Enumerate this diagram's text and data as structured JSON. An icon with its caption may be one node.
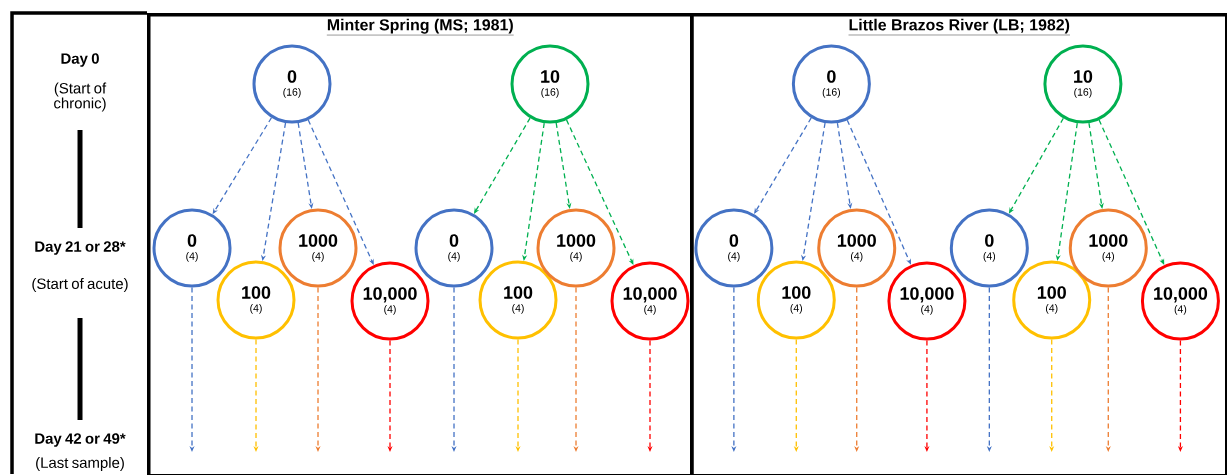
{
  "diagram": {
    "nodes": [
      {
        "text": [
          "Minter Spring (MS; 1981)"
        ]
      },
      {
        "text": [
          "0",
          "(16)"
        ],
        "in": 0
      },
      {
        "text": [
          "10",
          "(16)"
        ],
        "in": 0
      },
      {
        "text": [
          "0",
          "(4)"
        ],
        "in": 0
      },
      {
        "text": [
          "100",
          "(4)"
        ],
        "in": 0
      },
      {
        "text": [
          "1000",
          "(4)"
        ],
        "in": 0
      },
      {
        "text": [
          "10,000",
          "(4)"
        ],
        "in": 0
      },
      {
        "text": [
          "0",
          "(4)"
        ],
        "in": 0
      },
      {
        "text": [
          "100",
          "(4)"
        ],
        "in": 0
      },
      {
        "text": [
          "1000",
          "(4)"
        ],
        "in": 0
      },
      {
        "text": [
          "10,000",
          "(4)"
        ],
        "in": 0
      },
      {
        "text": [
          "Little Brazos River (LB;  1982)"
        ]
      },
      {
        "text": [
          "0",
          "(16)"
        ],
        "in": 11
      },
      {
        "text": [
          "10",
          "(16)"
        ],
        "in": 11
      },
      {
        "text": [
          "0",
          "(4)"
        ],
        "in": 11
      },
      {
        "text": [
          "100",
          "(4)"
        ],
        "in": 11
      },
      {
        "text": [
          "1000",
          "(4)"
        ],
        "in": 11
      },
      {
        "text": [
          "10,000",
          "(4)"
        ],
        "in": 11
      },
      {
        "text": [
          "0",
          "(4)"
        ],
        "in": 11
      },
      {
        "text": [
          "100",
          "(4)"
        ],
        "in": 11
      },
      {
        "text": [
          "1000",
          "(4)"
        ],
        "in": 11
      },
      {
        "text": [
          "10,000",
          "(4)"
        ],
        "in": 11
      }
    ],
    "edges": [
      {
        "from": 1,
        "to": 3,
        "arrow": "to",
        "style": "dashed",
        "color": "#4472c4"
      },
      {
        "from": 1,
        "to": 4,
        "arrow": "to",
        "style": "dashed",
        "color": "#4472c4"
      },
      {
        "from": 1,
        "to": 5,
        "arrow": "to",
        "style": "dashed",
        "color": "#4472c4"
      },
      {
        "from": 1,
        "to": 6,
        "arrow": "to",
        "style": "dashed",
        "color": "#4472c4"
      },
      {
        "from": 2,
        "to": 7,
        "arrow": "to",
        "style": "dashed",
        "color": "#00b050"
      },
      {
        "from": 2,
        "to": 8,
        "arrow": "to",
        "style": "dashed",
        "color": "#00b050"
      },
      {
        "from": 2,
        "to": 9,
        "arrow": "to",
        "style": "dashed",
        "color": "#00b050"
      },
      {
        "from": 2,
        "to": 10,
        "arrow": "to",
        "style": "dashed",
        "color": "#00b050"
      },
      {
        "from": 3,
        "to": null,
        "arrow": "to",
        "style": "dashed",
        "color": "#4472c4"
      },
      {
        "from": 4,
        "to": null,
        "arrow": "to",
        "style": "dashed",
        "color": "#ffc000"
      },
      {
        "from": 5,
        "to": null,
        "arrow": "to",
        "style": "dashed",
        "color": "#ed7d31"
      },
      {
        "from": 6,
        "to": null,
        "arrow": "to",
        "style": "dashed",
        "color": "#ff0000"
      },
      {
        "from": 7,
        "to": null,
        "arrow": "to",
        "style": "dashed",
        "color": "#4472c4"
      },
      {
        "from": 8,
        "to": null,
        "arrow": "to",
        "style": "dashed",
        "color": "#ffc000"
      },
      {
        "from": 9,
        "to": null,
        "arrow": "to",
        "style": "dashed",
        "color": "#ed7d31"
      },
      {
        "from": 10,
        "to": null,
        "arrow": "to",
        "style": "dashed",
        "color": "#ff0000"
      },
      {
        "from": 12,
        "to": 14,
        "arrow": "to",
        "style": "dashed",
        "color": "#4472c4"
      },
      {
        "from": 12,
        "to": 15,
        "arrow": "to",
        "style": "dashed",
        "color": "#4472c4"
      },
      {
        "from": 12,
        "to": 16,
        "arrow": "to",
        "style": "dashed",
        "color": "#4472c4"
      },
      {
        "from": 12,
        "to": 17,
        "arrow": "to",
        "style": "dashed",
        "color": "#4472c4"
      },
      {
        "from": 13,
        "to": 18,
        "arrow": "to",
        "style": "dashed",
        "color": "#00b050"
      },
      {
        "from": 13,
        "to": 19,
        "arrow": "to",
        "style": "dashed",
        "color": "#00b050"
      },
      {
        "from": 13,
        "to": 20,
        "arrow": "to",
        "style": "dashed",
        "color": "#00b050"
      },
      {
        "from": 13,
        "to": 21,
        "arrow": "to",
        "style": "dashed",
        "color": "#00b050"
      },
      {
        "from": 14,
        "to": null,
        "arrow": "to",
        "style": "dashed",
        "color": "#4472c4"
      },
      {
        "from": 15,
        "to": null,
        "arrow": "to",
        "style": "dashed",
        "color": "#ffc000"
      },
      {
        "from": 16,
        "to": null,
        "arrow": "to",
        "style": "dashed",
        "color": "#ed7d31"
      },
      {
        "from": 17,
        "to": null,
        "arrow": "to",
        "style": "dashed",
        "color": "#ff0000"
      },
      {
        "from": 18,
        "to": null,
        "arrow": "to",
        "style": "dashed",
        "color": "#4472c4"
      },
      {
        "from": 19,
        "to": null,
        "arrow": "to",
        "style": "dashed",
        "color": "#ffc000"
      },
      {
        "from": 20,
        "to": null,
        "arrow": "to",
        "style": "dashed",
        "color": "#ed7d31"
      },
      {
        "from": 21,
        "to": null,
        "arrow": "to",
        "style": "dashed",
        "color": "#ff0000"
      }
    ],
    "labels": [
      "Day 0",
      "(Start of chronic)",
      "Day 21 or 28*",
      "(Start of acute)",
      "Day 42 or 49*",
      "(Last sample)"
    ]
  }
}
